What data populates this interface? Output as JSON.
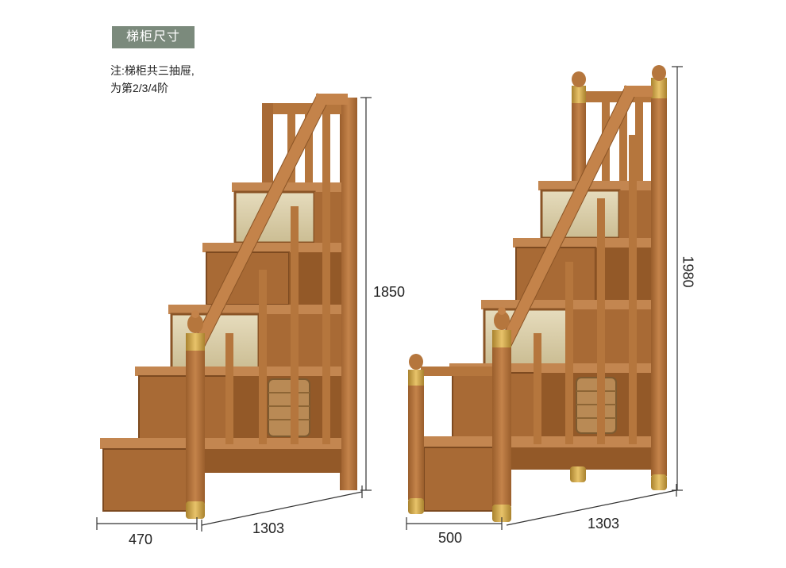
{
  "title": "梯柜尺寸",
  "note": {
    "line1": "注:梯柜共三抽屉,",
    "line2": "为第2/3/4阶"
  },
  "left_unit": {
    "height_label": "1850",
    "length_label": "1303",
    "depth_label": "470"
  },
  "right_unit": {
    "height_label": "1980",
    "length_label": "1303",
    "depth_label": "500"
  },
  "colors": {
    "badge": "#7b8a7c",
    "wood": "#b5763d",
    "wood_dark": "#8a5426",
    "wood_light": "#cf9359",
    "panel": "#d9cca6",
    "gold": "#c8a046",
    "line": "#333333"
  }
}
